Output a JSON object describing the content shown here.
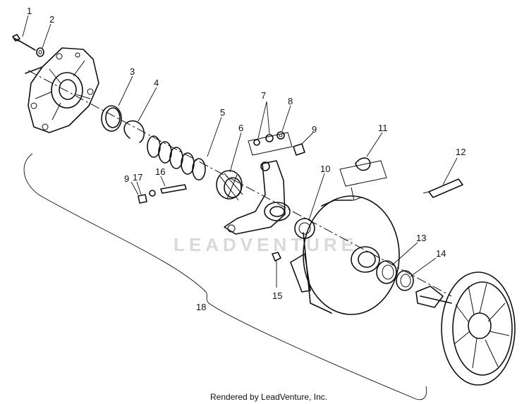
{
  "callouts": [
    "1",
    "2",
    "3",
    "4",
    "5",
    "6",
    "7",
    "8",
    "9",
    "9",
    "10",
    "11",
    "12",
    "13",
    "14",
    "15",
    "16",
    "17",
    "18"
  ],
  "watermark": "LEADVENTURE",
  "footer": "Rendered by LeadVenture, Inc."
}
